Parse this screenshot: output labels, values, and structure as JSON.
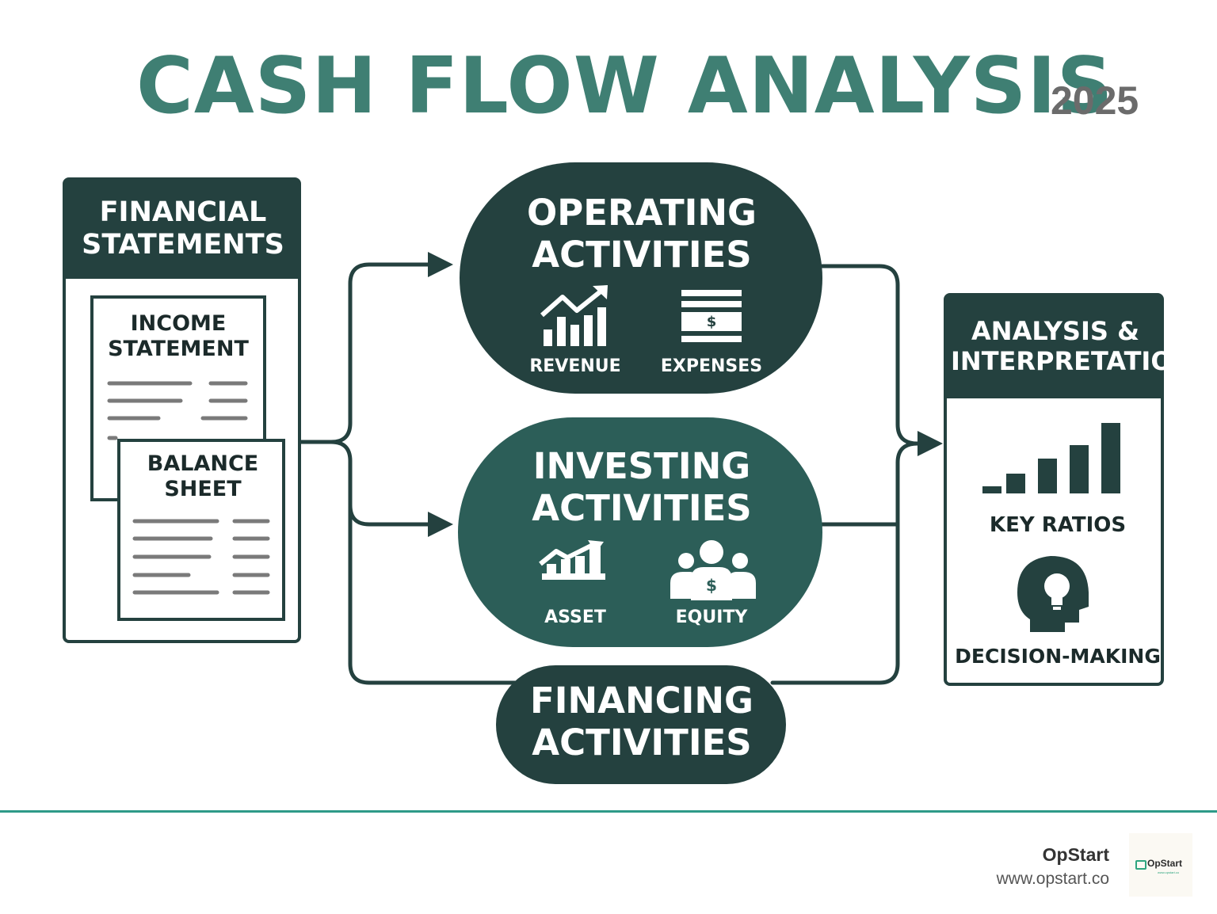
{
  "title": "CASH FLOW ANALYSIS",
  "year": "2025",
  "financial_statements": {
    "header": "FINANCIAL STATEMENTS",
    "income_statement": "INCOME STATEMENT",
    "balance_sheet": "BALANCE SHEET"
  },
  "operating": {
    "label": "OPERATING ACTIVITIES",
    "revenue": "REVENUE",
    "expenses": "EXPENSES"
  },
  "investing": {
    "label": "INVESTING ACTIVITIES",
    "asset": "ASSET",
    "equity": "EQUITY"
  },
  "financing": {
    "label": "FINANCING ACTIVITIES"
  },
  "analysis": {
    "header": "ANALYSIS & INTERPRETATION",
    "key_ratios": "KEY RATIOS",
    "decision_making": "DECISION-MAKING"
  },
  "footer": {
    "brand": "OpStart",
    "url": "www.opstart.co",
    "logo_text": "OpStart",
    "logo_sub": "www.opstart.co"
  },
  "colors": {
    "dark_teal": "#24413f",
    "mid_teal": "#2c5e58",
    "title": "#3f7f73",
    "rule": "#2e9a88"
  }
}
